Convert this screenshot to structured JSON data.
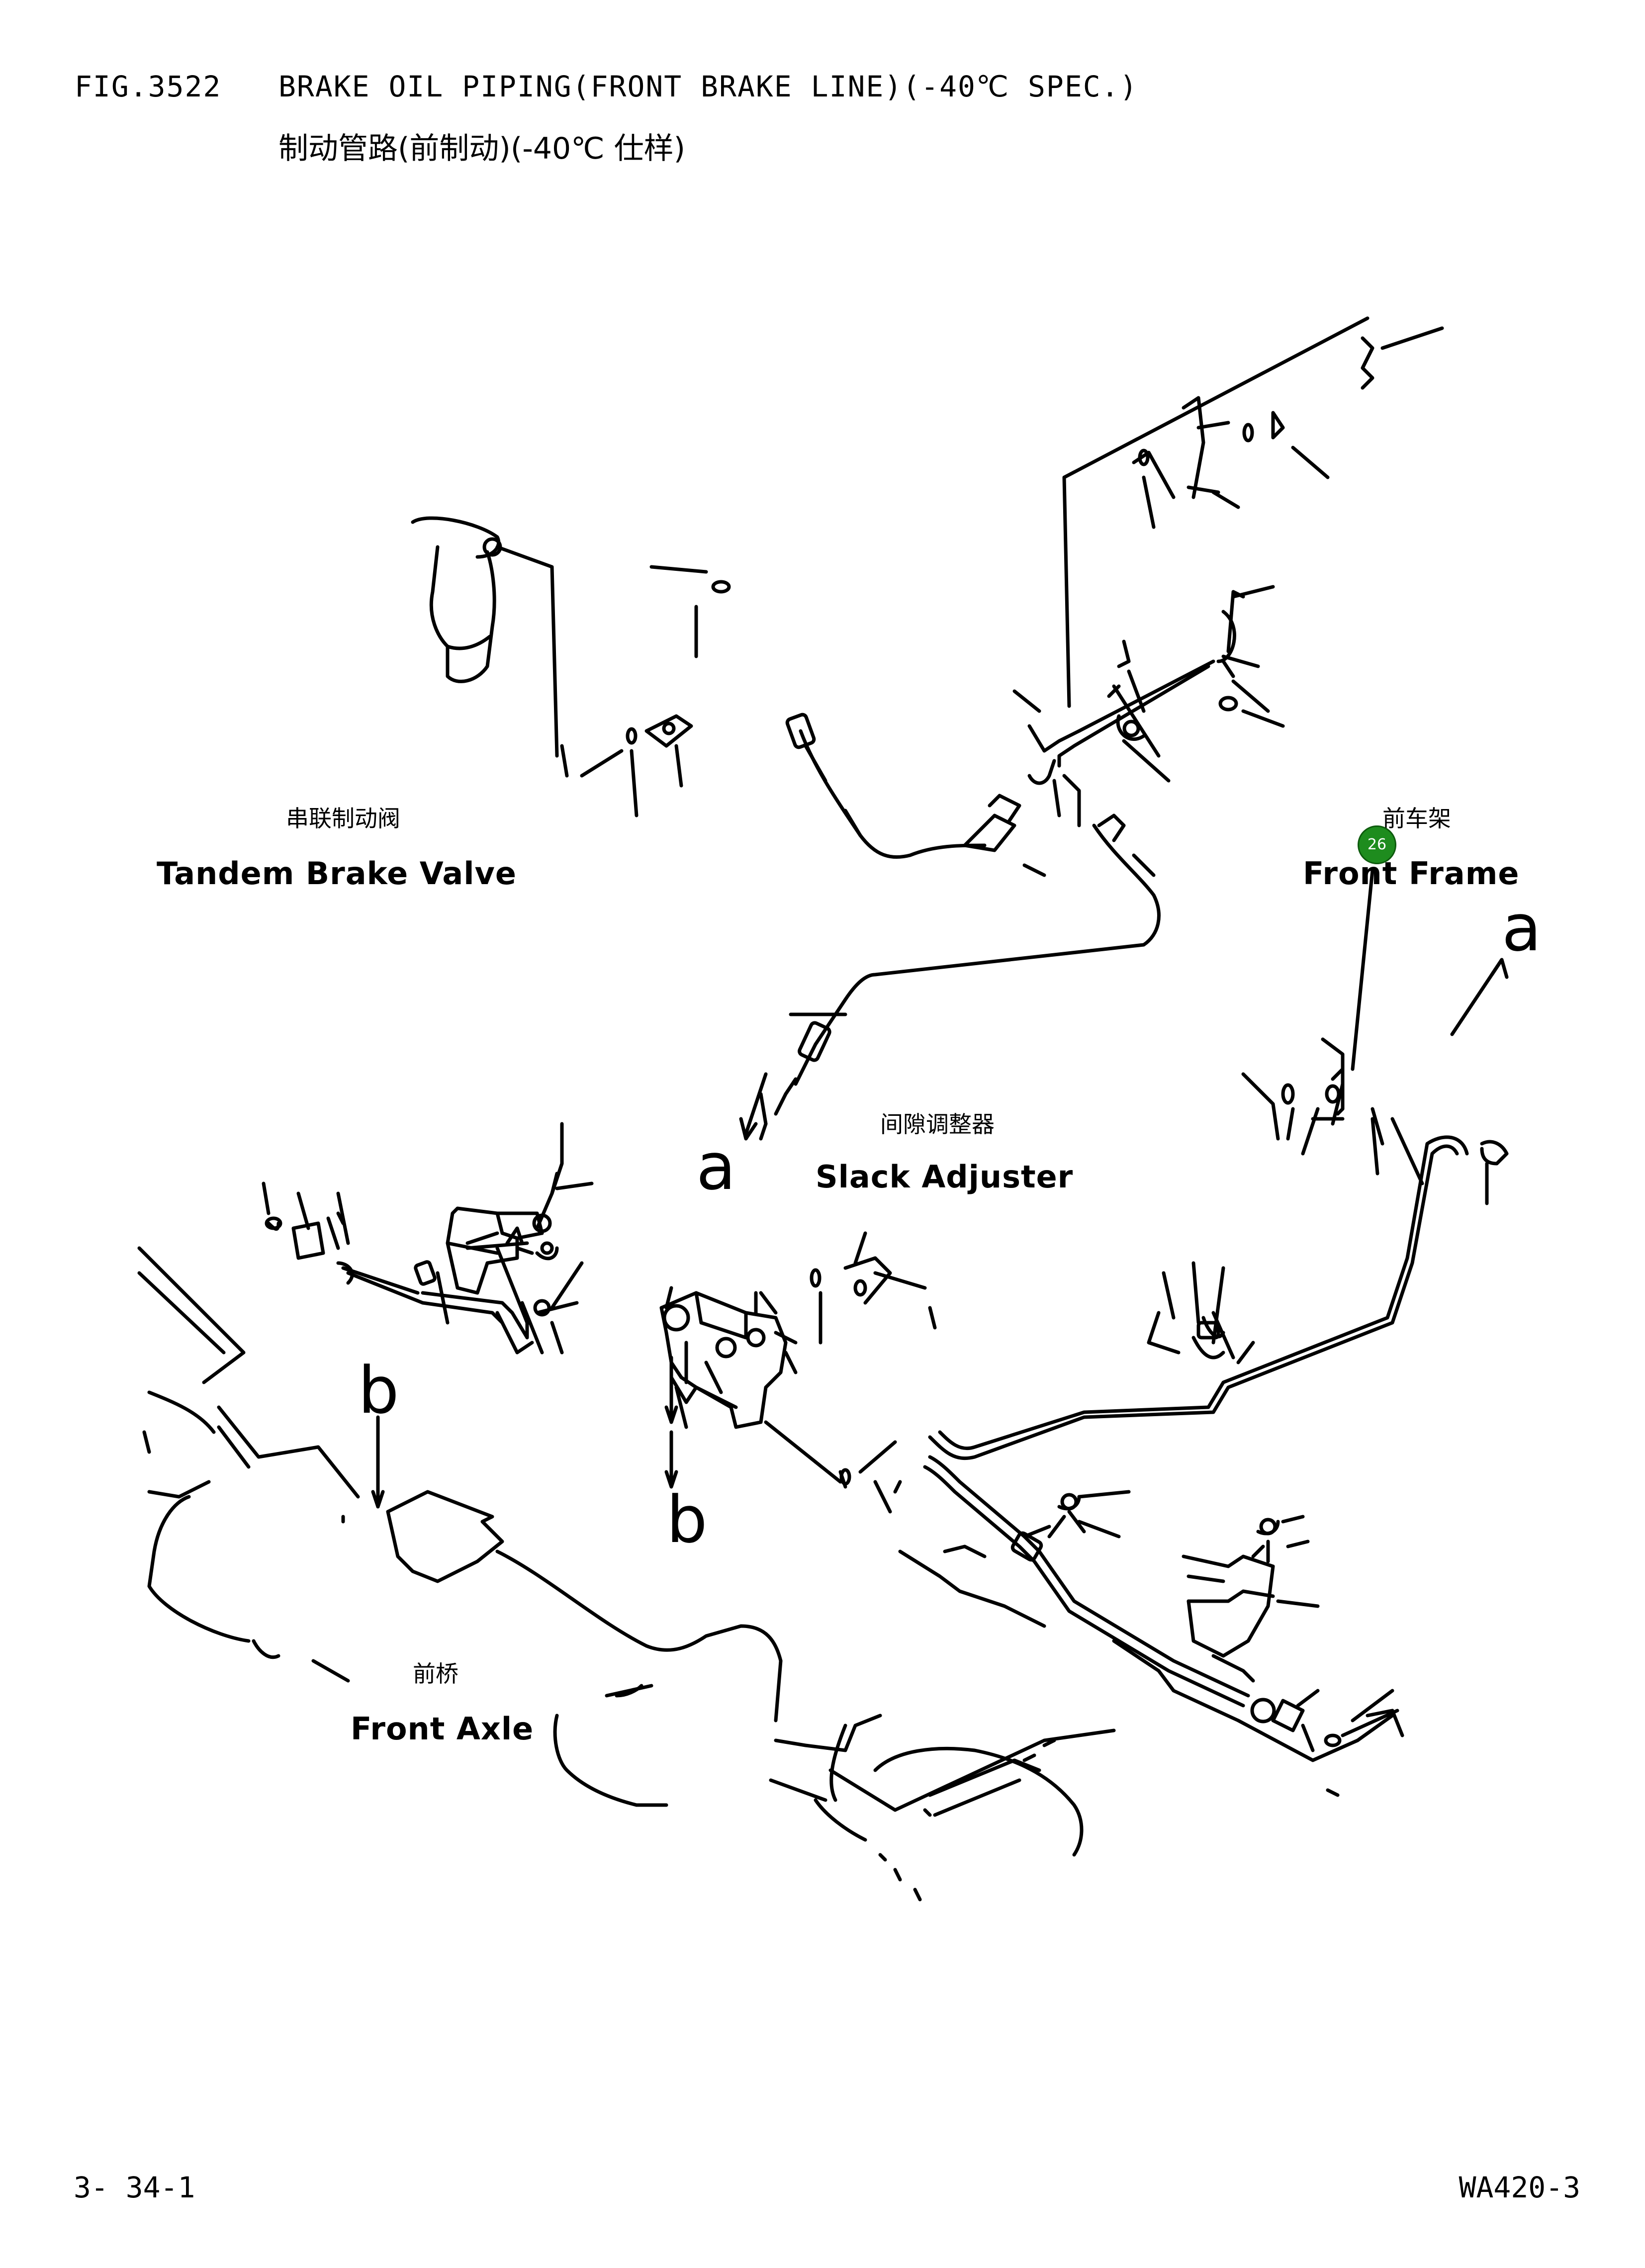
{
  "header": {
    "fig_no": "FIG.3522",
    "title_en": "BRAKE OIL PIPING(FRONT BRAKE LINE)(-40℃ SPEC.)",
    "title_cn": "制动管路(前制动)(-40℃ 仕样)"
  },
  "labels": {
    "tandem_cn": "串联制动阀",
    "tandem_en": "Tandem Brake Valve",
    "frame_cn": "前车架",
    "frame_en": "Front Frame",
    "slack_cn": "间隙调整器",
    "slack_en": "Slack Adjuster",
    "axle_cn": "前桥",
    "axle_en": "Front Axle",
    "marker_a1": "a",
    "marker_a2": "a",
    "marker_b1": "b",
    "marker_b2": "b"
  },
  "callout": {
    "number": "26",
    "color": "#1e8c1e"
  },
  "footer": {
    "page": "3- 34-1",
    "model": "WA420-3"
  }
}
